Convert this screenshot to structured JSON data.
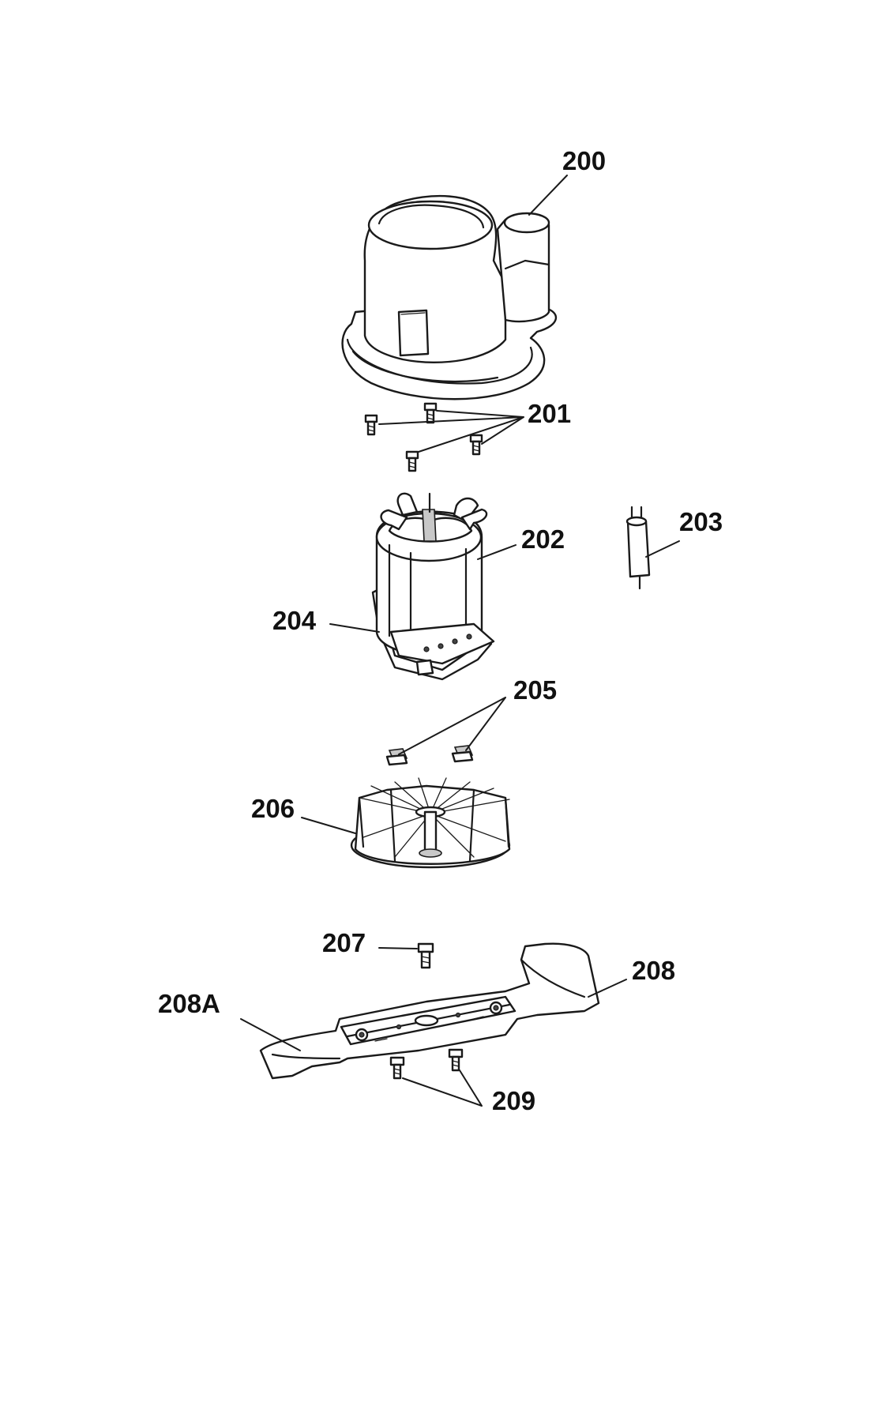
{
  "parts": [
    {
      "id": "p200",
      "label": "200"
    },
    {
      "id": "p201",
      "label": "201"
    },
    {
      "id": "p202",
      "label": "202"
    },
    {
      "id": "p203",
      "label": "203"
    },
    {
      "id": "p204",
      "label": "204"
    },
    {
      "id": "p205",
      "label": "205"
    },
    {
      "id": "p206",
      "label": "206"
    },
    {
      "id": "p207",
      "label": "207"
    },
    {
      "id": "p208",
      "label": "208"
    },
    {
      "id": "p208A",
      "label": "208A"
    },
    {
      "id": "p209",
      "label": "209"
    }
  ],
  "colors": {
    "line": "#1a1a1a",
    "background": "#ffffff"
  }
}
